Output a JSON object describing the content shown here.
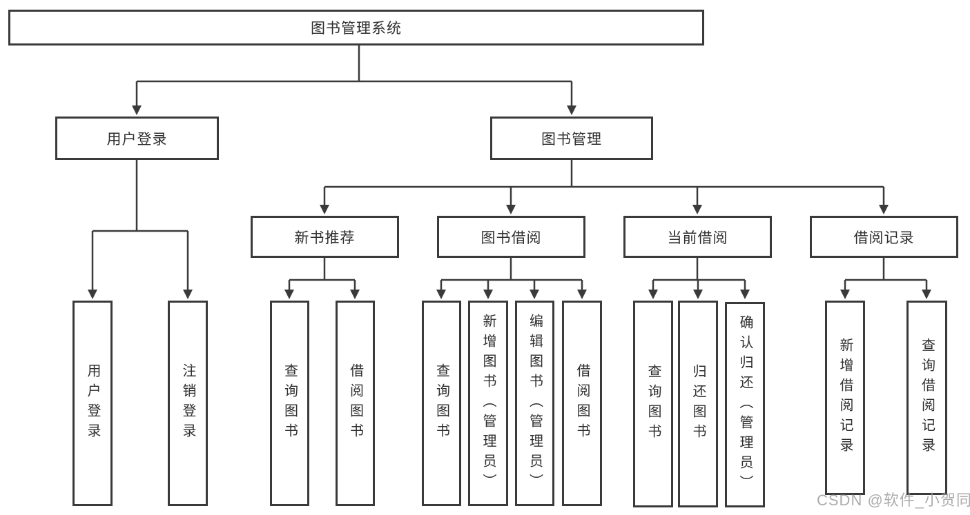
{
  "tree": {
    "label": "图书管理系统",
    "children": [
      {
        "label": "用户登录",
        "children": [
          {
            "label": "用户登录"
          },
          {
            "label": "注销登录"
          }
        ]
      },
      {
        "label": "图书管理",
        "children": [
          {
            "label": "新书推荐",
            "children": [
              {
                "label": "查询图书"
              },
              {
                "label": "借阅图书"
              }
            ]
          },
          {
            "label": "图书借阅",
            "children": [
              {
                "label": "查询图书"
              },
              {
                "label": "新增图书（管理员）"
              },
              {
                "label": "编辑图书（管理员）"
              },
              {
                "label": "借阅图书"
              }
            ]
          },
          {
            "label": "当前借阅",
            "children": [
              {
                "label": "查询图书"
              },
              {
                "label": "归还图书"
              },
              {
                "label": "确认归还（管理员）"
              }
            ]
          },
          {
            "label": "借阅记录",
            "children": [
              {
                "label": "新增借阅记录"
              },
              {
                "label": "查询借阅记录"
              }
            ]
          }
        ]
      }
    ]
  },
  "watermark": {
    "text": "CSDN @软件_小贺同学"
  },
  "colors": {
    "line": "#3a3a3a",
    "text": "#2f2f2f",
    "watermark": "#9e9e9e",
    "background": "#ffffff"
  }
}
